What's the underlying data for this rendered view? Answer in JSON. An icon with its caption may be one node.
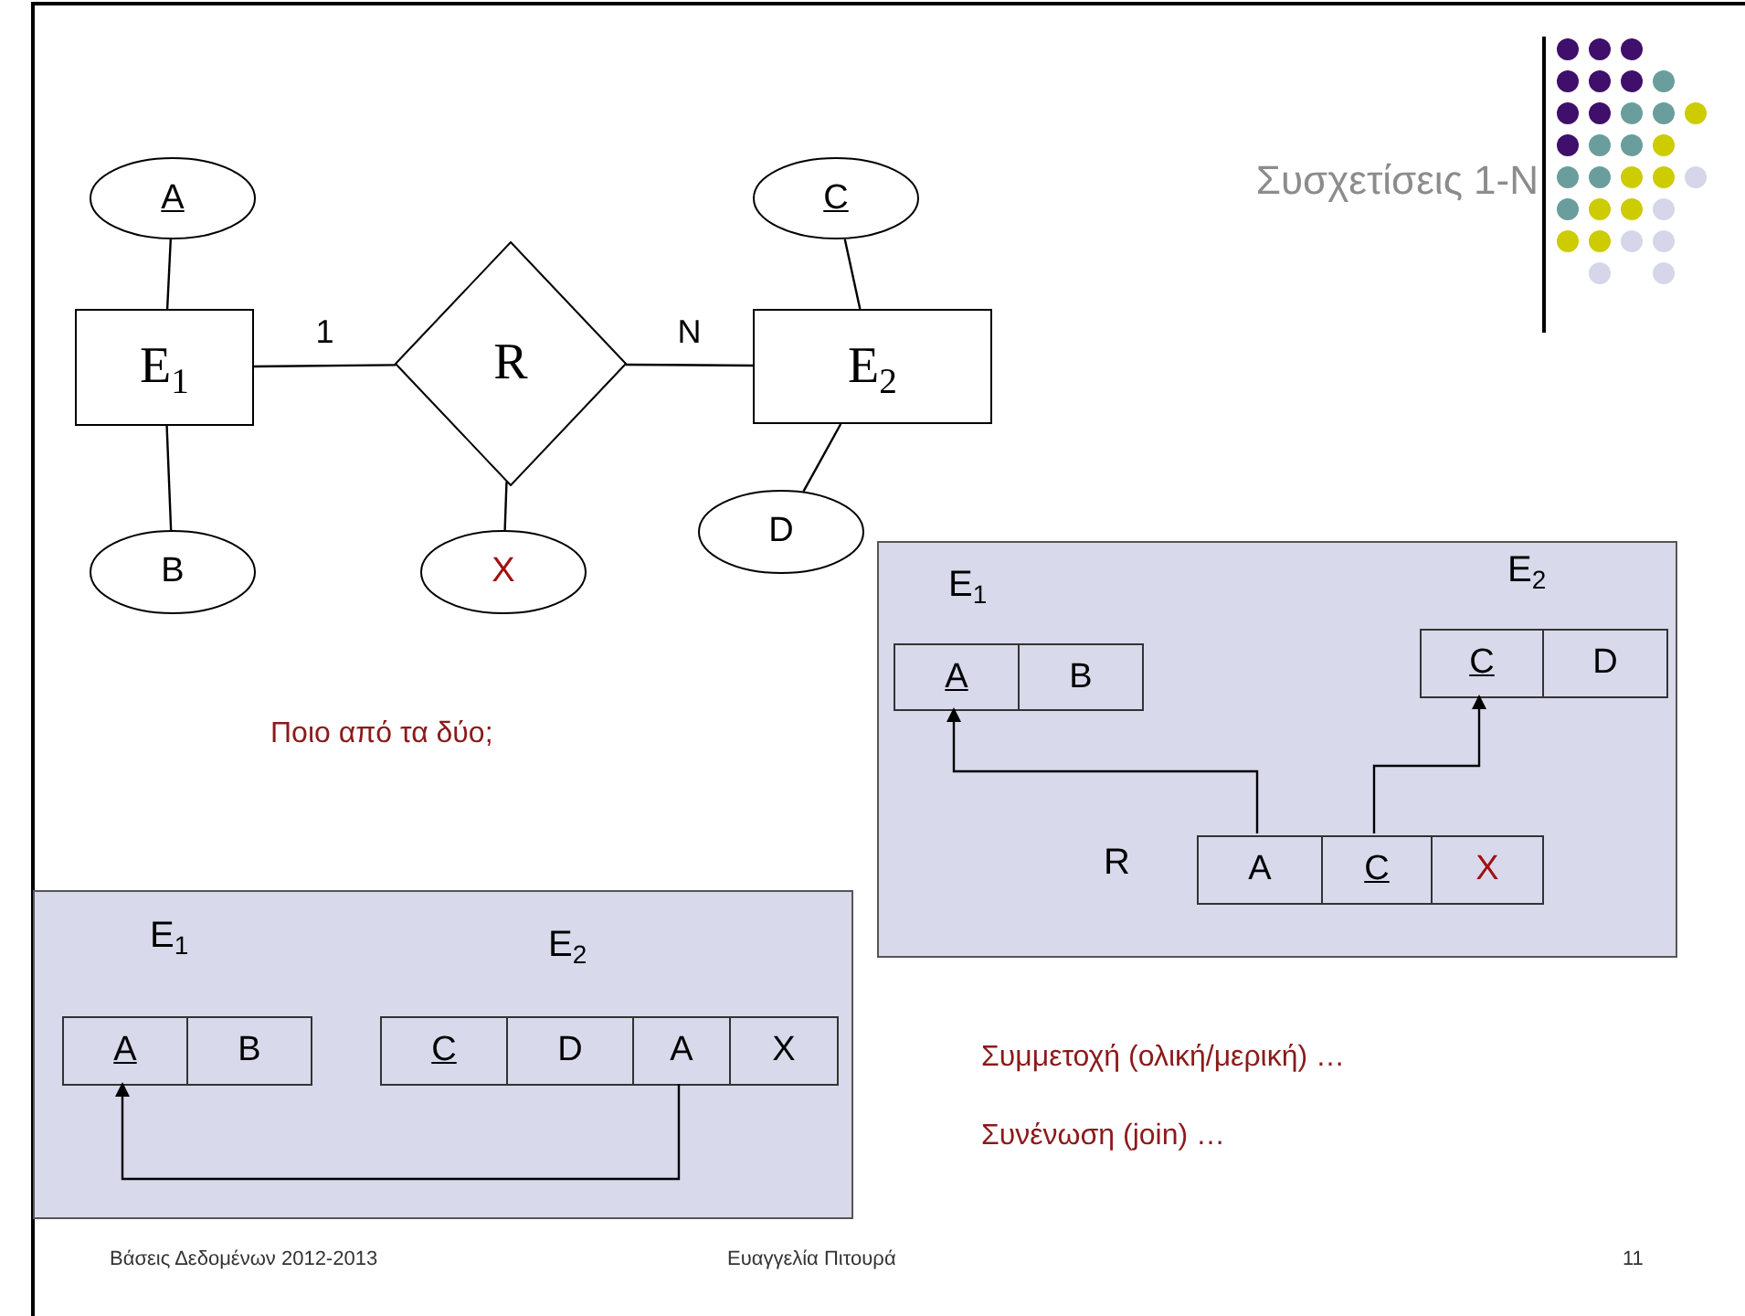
{
  "diagram": {
    "title": "Συσχετίσεις 1-N",
    "nodes": [
      {
        "text": [
          "E$_{1}$"
        ]
      },
      {
        "text": [
          "R"
        ]
      },
      {
        "text": [
          "E$_{2}$"
        ]
      },
      {
        "text": [
          "A"
        ]
      },
      {
        "text": [
          "B"
        ]
      },
      {
        "text": [
          "X"
        ]
      },
      {
        "text": [
          "C"
        ]
      },
      {
        "text": [
          "D"
        ]
      },
      {
        "text": [],
        "shape": "box"
      },
      {
        "text": [
          "E$_{1}$"
        ],
        "in": 8
      },
      {
        "text": [
          "A"
        ],
        "in": 9
      },
      {
        "text": [
          "B"
        ],
        "in": 9
      },
      {
        "text": [
          "E$_{2}$"
        ],
        "in": 8
      },
      {
        "text": [
          "C"
        ],
        "in": 12
      },
      {
        "text": [
          "D"
        ],
        "in": 12
      },
      {
        "text": [
          "R"
        ],
        "in": 8
      },
      {
        "text": [
          "A"
        ],
        "in": 15
      },
      {
        "text": [
          "C"
        ],
        "in": 15
      },
      {
        "text": [
          "X"
        ],
        "in": 15
      },
      {
        "text": [],
        "shape": "box"
      },
      {
        "text": [
          "E$_{1}$"
        ],
        "in": 19
      },
      {
        "text": [
          "A"
        ],
        "in": 20
      },
      {
        "text": [
          "B"
        ],
        "in": 20
      },
      {
        "text": [
          "E$_{2}$"
        ],
        "in": 19
      },
      {
        "text": [
          "C"
        ],
        "in": 23
      },
      {
        "text": [
          "D"
        ],
        "in": 23
      },
      {
        "text": [
          "A"
        ],
        "in": 23
      },
      {
        "text": [
          "X"
        ],
        "in": 23
      }
    ],
    "edges": [
      {
        "from": 0,
        "to": 3,
        "arrow": "none"
      },
      {
        "from": 0,
        "to": 4,
        "arrow": "none"
      },
      {
        "from": 0,
        "to": 1,
        "arrow": "none",
        "label": "1"
      },
      {
        "from": 1,
        "to": 2,
        "arrow": "none",
        "label": "N"
      },
      {
        "from": 1,
        "to": 5,
        "arrow": "none"
      },
      {
        "from": 2,
        "to": 6,
        "arrow": "none"
      },
      {
        "from": 2,
        "to": 7,
        "arrow": "none"
      },
      {
        "from": 16,
        "to": 10,
        "arrow": "to"
      },
      {
        "from": 17,
        "to": 13,
        "arrow": "to"
      },
      {
        "from": 26,
        "to": 21,
        "arrow": "to"
      }
    ],
    "labels": [
      "Ποιο από τα δύο;",
      "Συμμετοχή (ολική/μερική) …",
      "Συνένωση (join) …",
      "Βάσεις Δεδομένων 2012-2013",
      "Ευαγγελία Πιτουρά",
      "11"
    ]
  }
}
